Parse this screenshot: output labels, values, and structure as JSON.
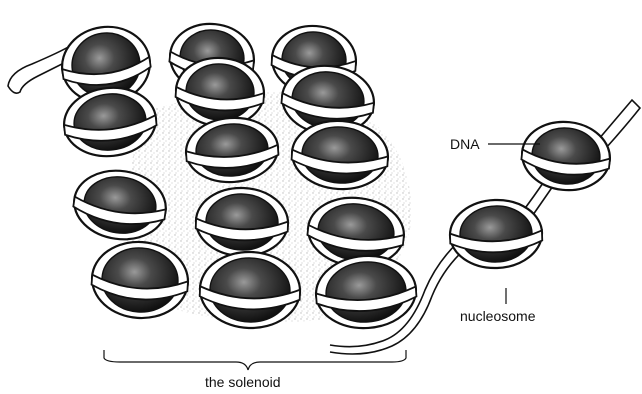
{
  "labels": {
    "dna": "DNA",
    "nucleosome": "nucleosome",
    "solenoid": "the solenoid"
  },
  "colors": {
    "core_dark": "#1a1a1a",
    "core_highlight": "#8a8a8a",
    "dna_wrap": "#ffffff",
    "outline": "#111111",
    "speckle": "#c9c9c9"
  }
}
